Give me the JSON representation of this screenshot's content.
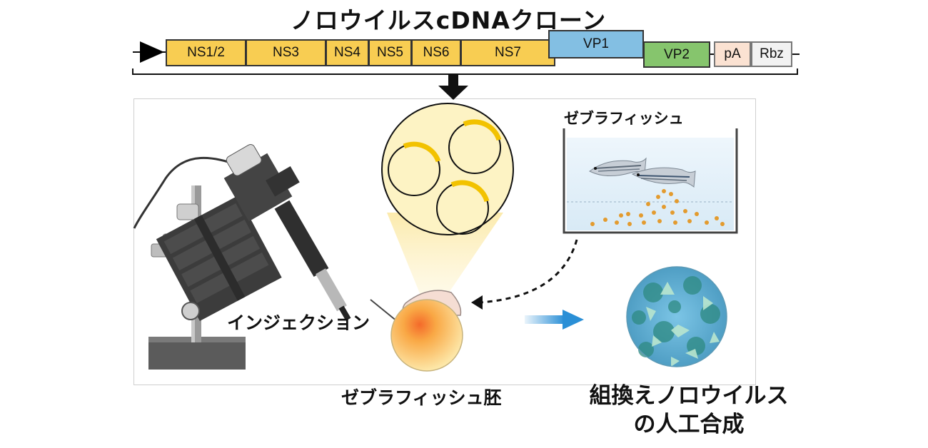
{
  "title": "ノロウイルスcDNAクローン",
  "genome": {
    "segments": [
      {
        "id": "ns12",
        "label": "NS1/2"
      },
      {
        "id": "ns3",
        "label": "NS3"
      },
      {
        "id": "ns4",
        "label": "NS4"
      },
      {
        "id": "ns5",
        "label": "NS5"
      },
      {
        "id": "ns6",
        "label": "NS6"
      },
      {
        "id": "ns7",
        "label": "NS7"
      },
      {
        "id": "vp1",
        "label": "VP1"
      },
      {
        "id": "vp2",
        "label": "VP2"
      },
      {
        "id": "pa",
        "label": "pA"
      },
      {
        "id": "rbz",
        "label": "Rbz"
      }
    ]
  },
  "labels": {
    "injection": "インジェクション",
    "zebrafish": "ゼブラフィッシュ",
    "embryo": "ゼブラフィッシュ胚",
    "synthesis_line1": "組換えノロウイルス",
    "synthesis_line2": "の人工合成"
  },
  "colors": {
    "ns": "#f8cd52",
    "vp1": "#83bfe3",
    "vp2": "#86c56d",
    "pa": "#fbe2d2",
    "rbz": "#f2f2f2",
    "flow_arrow": "#2a8fd6",
    "plasmid_insert": "#f2c200"
  },
  "icons": [
    "promoter-arrow-icon",
    "down-arrow-icon",
    "microinjector-icon",
    "plasmid-icon",
    "fish-tank-icon",
    "embryo-icon",
    "virus-particle-icon"
  ]
}
